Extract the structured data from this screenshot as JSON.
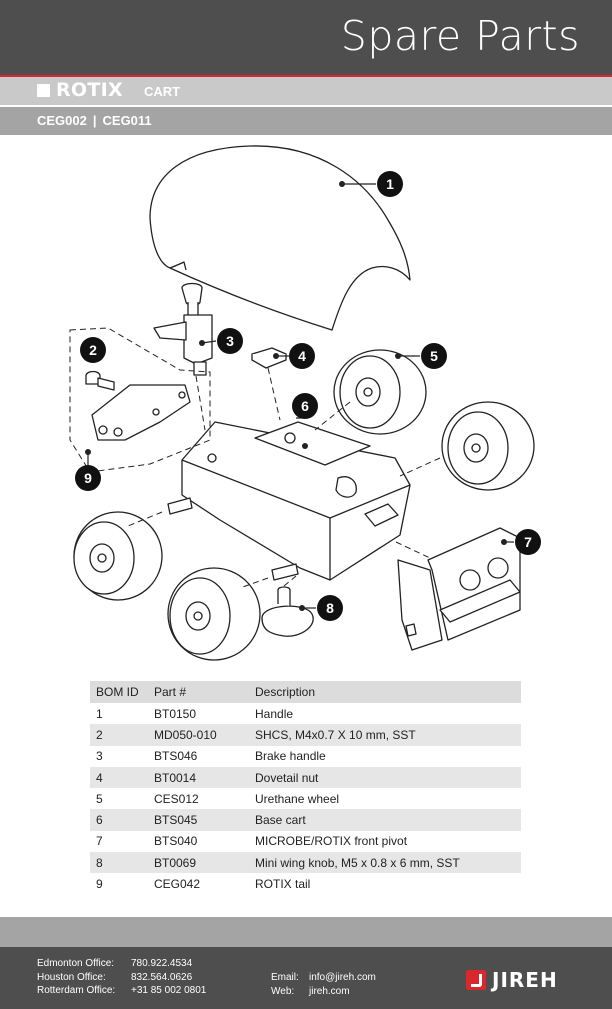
{
  "header": {
    "title": "Spare Parts"
  },
  "product": {
    "name": "ROTIX",
    "type": "CART",
    "codes": [
      "CEG002",
      "CEG011"
    ],
    "code_separator": "|"
  },
  "callouts": [
    "1",
    "2",
    "3",
    "4",
    "5",
    "6",
    "7",
    "8",
    "9"
  ],
  "bom": {
    "headers": {
      "id": "BOM ID",
      "part": "Part #",
      "desc": "Description"
    },
    "rows": [
      {
        "id": "1",
        "part": "BT0150",
        "desc": "Handle"
      },
      {
        "id": "2",
        "part": "MD050-010",
        "desc": "SHCS, M4x0.7 X 10 mm, SST"
      },
      {
        "id": "3",
        "part": "BTS046",
        "desc": "Brake handle"
      },
      {
        "id": "4",
        "part": "BT0014",
        "desc": "Dovetail nut"
      },
      {
        "id": "5",
        "part": "CES012",
        "desc": "Urethane wheel"
      },
      {
        "id": "6",
        "part": "BTS045",
        "desc": "Base cart"
      },
      {
        "id": "7",
        "part": "BTS040",
        "desc": "MICROBE/ROTIX front pivot"
      },
      {
        "id": "8",
        "part": "BT0069",
        "desc": "Mini wing knob, M5 x 0.8 x 6 mm, SST"
      },
      {
        "id": "9",
        "part": "CEG042",
        "desc": "ROTIX tail"
      }
    ]
  },
  "footer": {
    "offices": [
      {
        "label": "Edmonton Office:",
        "phone": "780.922.4534"
      },
      {
        "label": "Houston Office:",
        "phone": "832.564.0626"
      },
      {
        "label": "Rotterdam Office:",
        "phone": "+31 85 002 0801"
      }
    ],
    "email_label": "Email:",
    "email": "info@jireh.com",
    "web_label": "Web:",
    "web": "jireh.com",
    "logo_text": "JIREH"
  },
  "colors": {
    "header_bg": "#4e4e4e",
    "accent_red": "#d8282b",
    "product_bar": "#c9c9c9",
    "codes_bar": "#a4a4a4"
  }
}
